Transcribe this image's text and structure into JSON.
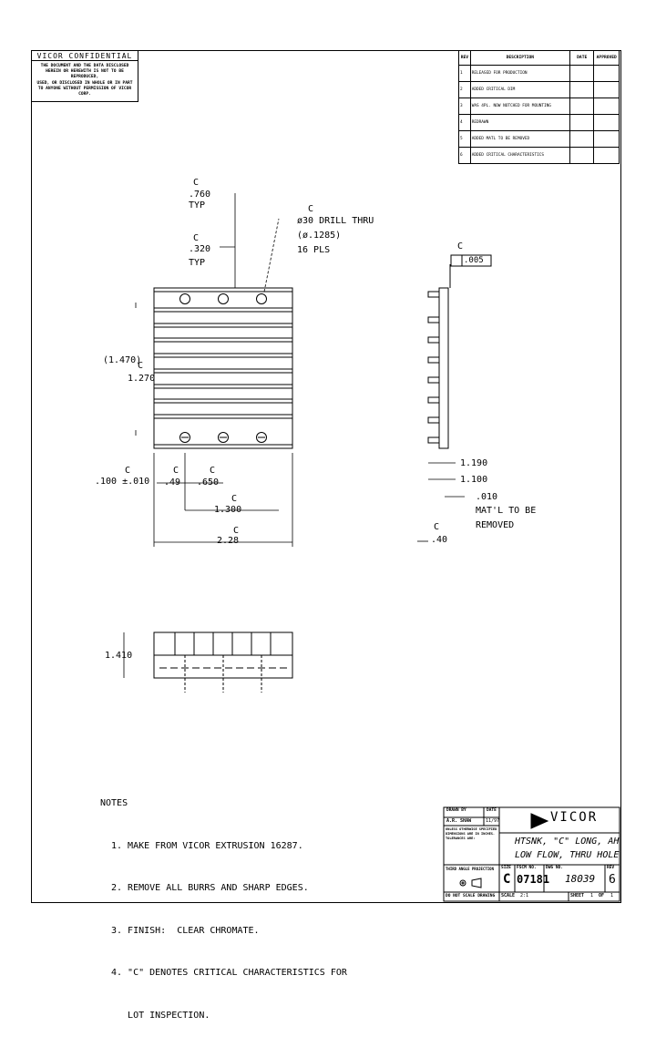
{
  "confidential": {
    "title": "VICOR CONFIDENTIAL",
    "lines": [
      "THE DOCUMENT AND THE DATA DISCLOSED",
      "HEREIN OR HEREWITH IS NOT TO BE REPRODUCED,",
      "USED, OR DISCLOSED IN WHOLE OR IN PART",
      "TO ANYONE WITHOUT PERMISSION OF VICOR CORP."
    ]
  },
  "revisions": {
    "headers": [
      "REV",
      "DESCRIPTION",
      "DATE",
      "APPROVED"
    ],
    "rows": [
      {
        "rev": "1",
        "desc": "RELEASED FOR PRODUCTION",
        "ecn": "",
        "date": "",
        "appr": ""
      },
      {
        "rev": "2",
        "desc": "ADDED CRITICAL DIM",
        "ecn": "",
        "date": "",
        "appr": ""
      },
      {
        "rev": "3",
        "desc": "WAS 4PL. NOW NOTCHED FOR MOUNTING",
        "ecn": "",
        "date": "",
        "appr": ""
      },
      {
        "rev": "4",
        "desc": "REDRAWN",
        "ecn": "",
        "date": "",
        "appr": ""
      },
      {
        "rev": "5",
        "desc": "ADDED MATL TO BE REMOVED",
        "ecn": "",
        "date": "",
        "appr": ""
      },
      {
        "rev": "6",
        "desc": "ADDED CRITICAL CHARACTERISTICS",
        "ecn": "",
        "date": "",
        "appr": ""
      }
    ]
  },
  "dims": {
    "top_c": "C",
    "d760": ".760",
    "typ1": "TYP",
    "d320": ".320",
    "typ2": "TYP",
    "hole_c": "C",
    "hole1": "ø30 DRILL THRU",
    "hole2": "(ø.1285)",
    "hole3": "16 PLS",
    "flat_c": "C",
    "flat_val": ".005",
    "d1470": "(1.470)",
    "d1270": "1.270",
    "c1270": "C",
    "d100": ".100 ±.010",
    "c100": "C",
    "d049": ".49",
    "c049": "C",
    "d650": ".650",
    "c650": "C",
    "d1300": "1.300",
    "c1300": "C",
    "d228": "2.28",
    "c228": "C",
    "d1190": "1.190",
    "d1100": "1.100",
    "d010": ".010",
    "matl1": "MAT'L TO BE",
    "matl2": "REMOVED",
    "d40": ".40",
    "c40": "C",
    "d1410": "1.410"
  },
  "notes": {
    "heading": "NOTES",
    "items": [
      "1. MAKE FROM VICOR EXTRUSION 16287.",
      "2. REMOVE ALL BURRS AND SHARP EDGES.",
      "3. FINISH:  CLEAR CHROMATE.",
      "4. \"C\" DENOTES CRITICAL CHARACTERISTICS FOR",
      "   LOT INSPECTION."
    ]
  },
  "title_block": {
    "drawn_by": "DRAWN BY",
    "date_label": "DATE",
    "drafter": "A.R. SHAW",
    "date": "11/97",
    "tolerance": "UNLESS OTHERWISE SPECIFIED DIMENSIONS ARE IN INCHES. TOLERANCES ARE:",
    "company": "VICOR",
    "title1": "HTSNK, \"C\" LONG, AH",
    "title2": "LOW FLOW, THRU HOLE",
    "projection": "THIRD ANGLE PROJECTION",
    "size_label": "SIZE",
    "size": "C",
    "fscm_label": "FSCM NO.",
    "fscm": "07181",
    "dwg_label": "DWG NO.",
    "dwg": "18039",
    "rev_label": "REV",
    "rev": "6",
    "noscale": "DO NOT SCALE DRAWING",
    "scale_label": "SCALE",
    "scale": "2:1",
    "sheet_label": "SHEET",
    "sheet": "1",
    "of_label": "OF",
    "of": "1"
  }
}
